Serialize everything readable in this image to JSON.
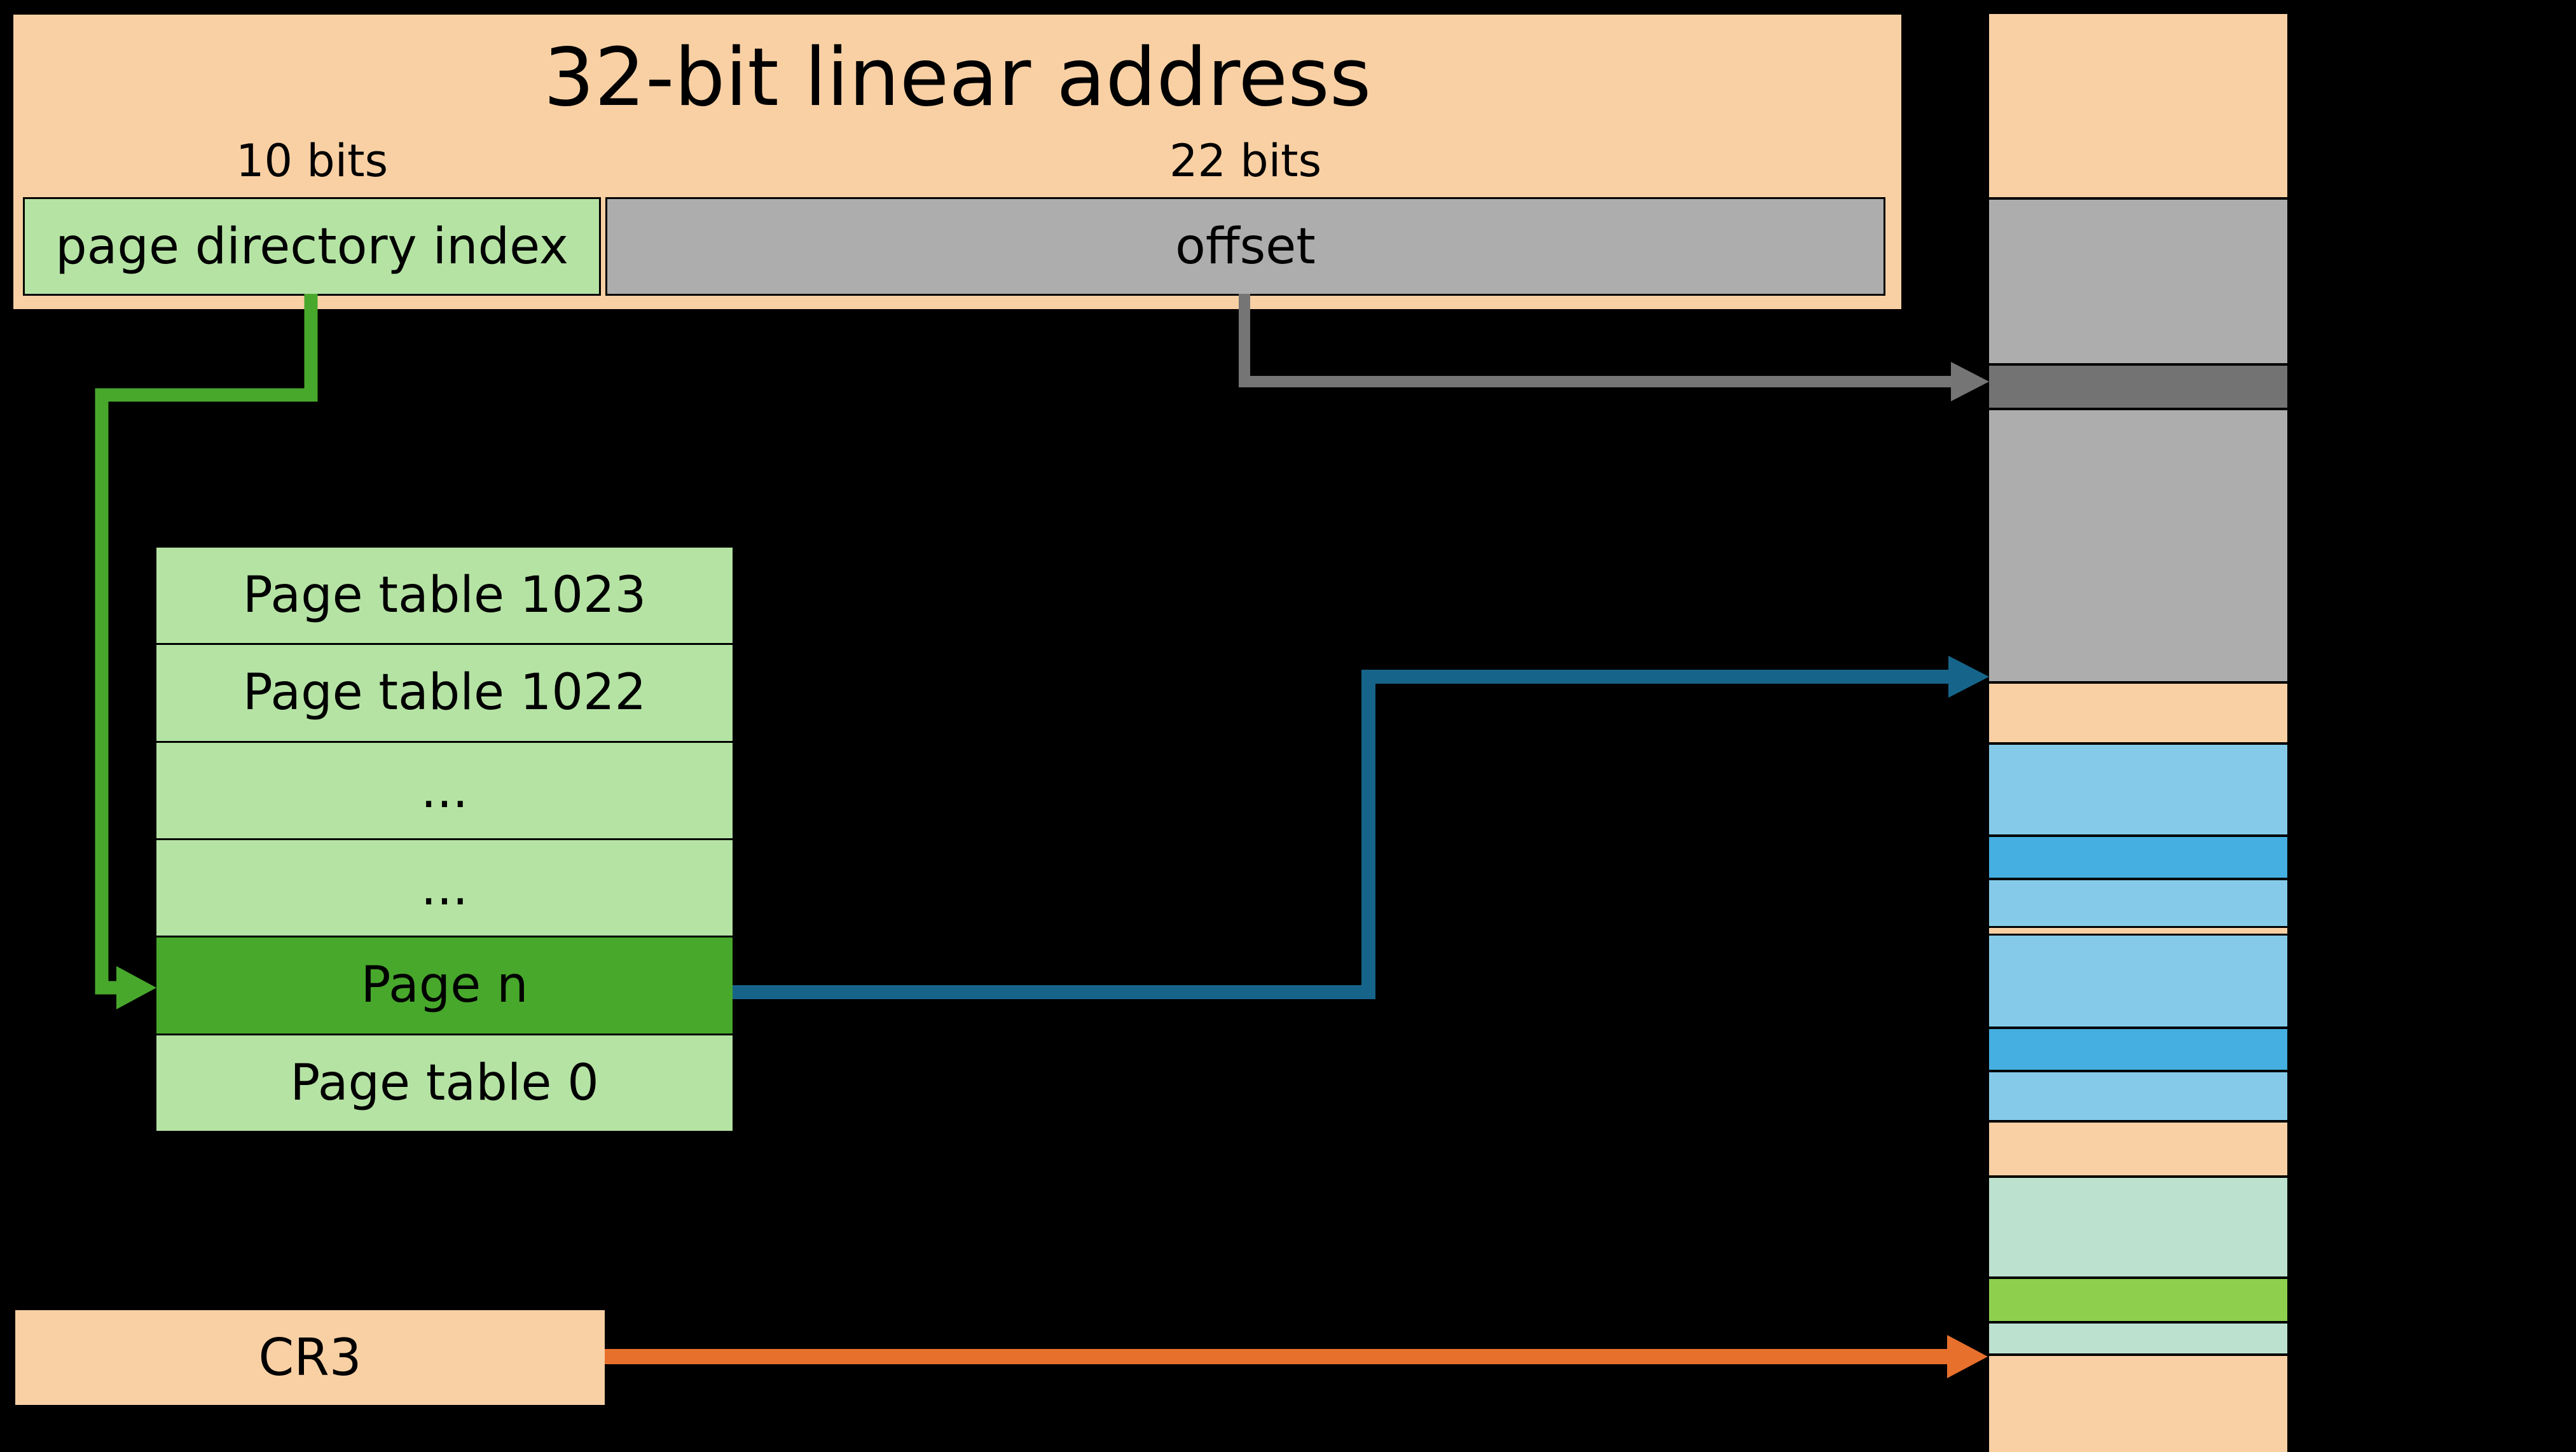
{
  "diagram": {
    "title": "32-bit linear address",
    "linear_address_box": {
      "fields": [
        {
          "bits_label": "10 bits",
          "name": "page directory index"
        },
        {
          "bits_label": "22 bits",
          "name": "offset"
        }
      ]
    },
    "page_directory_table": {
      "rows": [
        {
          "label": "Page table 1023",
          "highlight": false
        },
        {
          "label": "Page table 1022",
          "highlight": false
        },
        {
          "label": "...",
          "highlight": false
        },
        {
          "label": "...",
          "highlight": false
        },
        {
          "label": "Page n",
          "highlight": true
        },
        {
          "label": "Page table 0",
          "highlight": false
        }
      ]
    },
    "cr3_register": {
      "label": "CR3"
    },
    "physical_memory_column": {
      "segments": [
        {
          "color": "peach",
          "from": 22,
          "to": 310
        },
        {
          "color": "gray",
          "from": 314,
          "to": 571
        },
        {
          "color": "dark_gray",
          "from": 575,
          "to": 641
        },
        {
          "color": "gray",
          "from": 645,
          "to": 1071
        },
        {
          "color": "peach",
          "from": 1075,
          "to": 1167
        },
        {
          "color": "light_blue",
          "from": 1171,
          "to": 1312
        },
        {
          "color": "medium_blue",
          "from": 1316,
          "to": 1380
        },
        {
          "color": "light_blue",
          "from": 1384,
          "to": 1456
        },
        {
          "color": "peach",
          "from": 1459,
          "to": 1468
        },
        {
          "color": "light_blue",
          "from": 1471,
          "to": 1614
        },
        {
          "color": "medium_blue",
          "from": 1618,
          "to": 1682
        },
        {
          "color": "light_blue",
          "from": 1686,
          "to": 1761
        },
        {
          "color": "peach",
          "from": 1765,
          "to": 1848
        },
        {
          "color": "pale_green",
          "from": 1852,
          "to": 2007
        },
        {
          "color": "green",
          "from": 2011,
          "to": 2077
        },
        {
          "color": "pale_green",
          "from": 2081,
          "to": 2128
        },
        {
          "color": "peach",
          "from": 2132,
          "to": 2283
        }
      ]
    },
    "arrows": [
      {
        "name": "page-directory-index-to-page-n",
        "color": "green_arrow"
      },
      {
        "name": "offset-to-memory",
        "color": "gray_arrow"
      },
      {
        "name": "page-n-to-memory",
        "color": "blue_arrow"
      },
      {
        "name": "cr3-to-memory",
        "color": "orange_arrow"
      }
    ]
  },
  "colors": {
    "peach": "#f8d0a4",
    "gray": "#adadad",
    "dark_gray": "#737373",
    "light_blue": "#85cbe9",
    "medium_blue": "#44afe0",
    "pale_green": "#bce2cf",
    "green": "#8ed04e",
    "light_green": "#b5e3a4",
    "highlight_green": "#48a82c",
    "green_arrow": "#48a82c",
    "gray_arrow": "#757575",
    "blue_arrow": "#17648a",
    "orange_arrow": "#e7702c"
  }
}
